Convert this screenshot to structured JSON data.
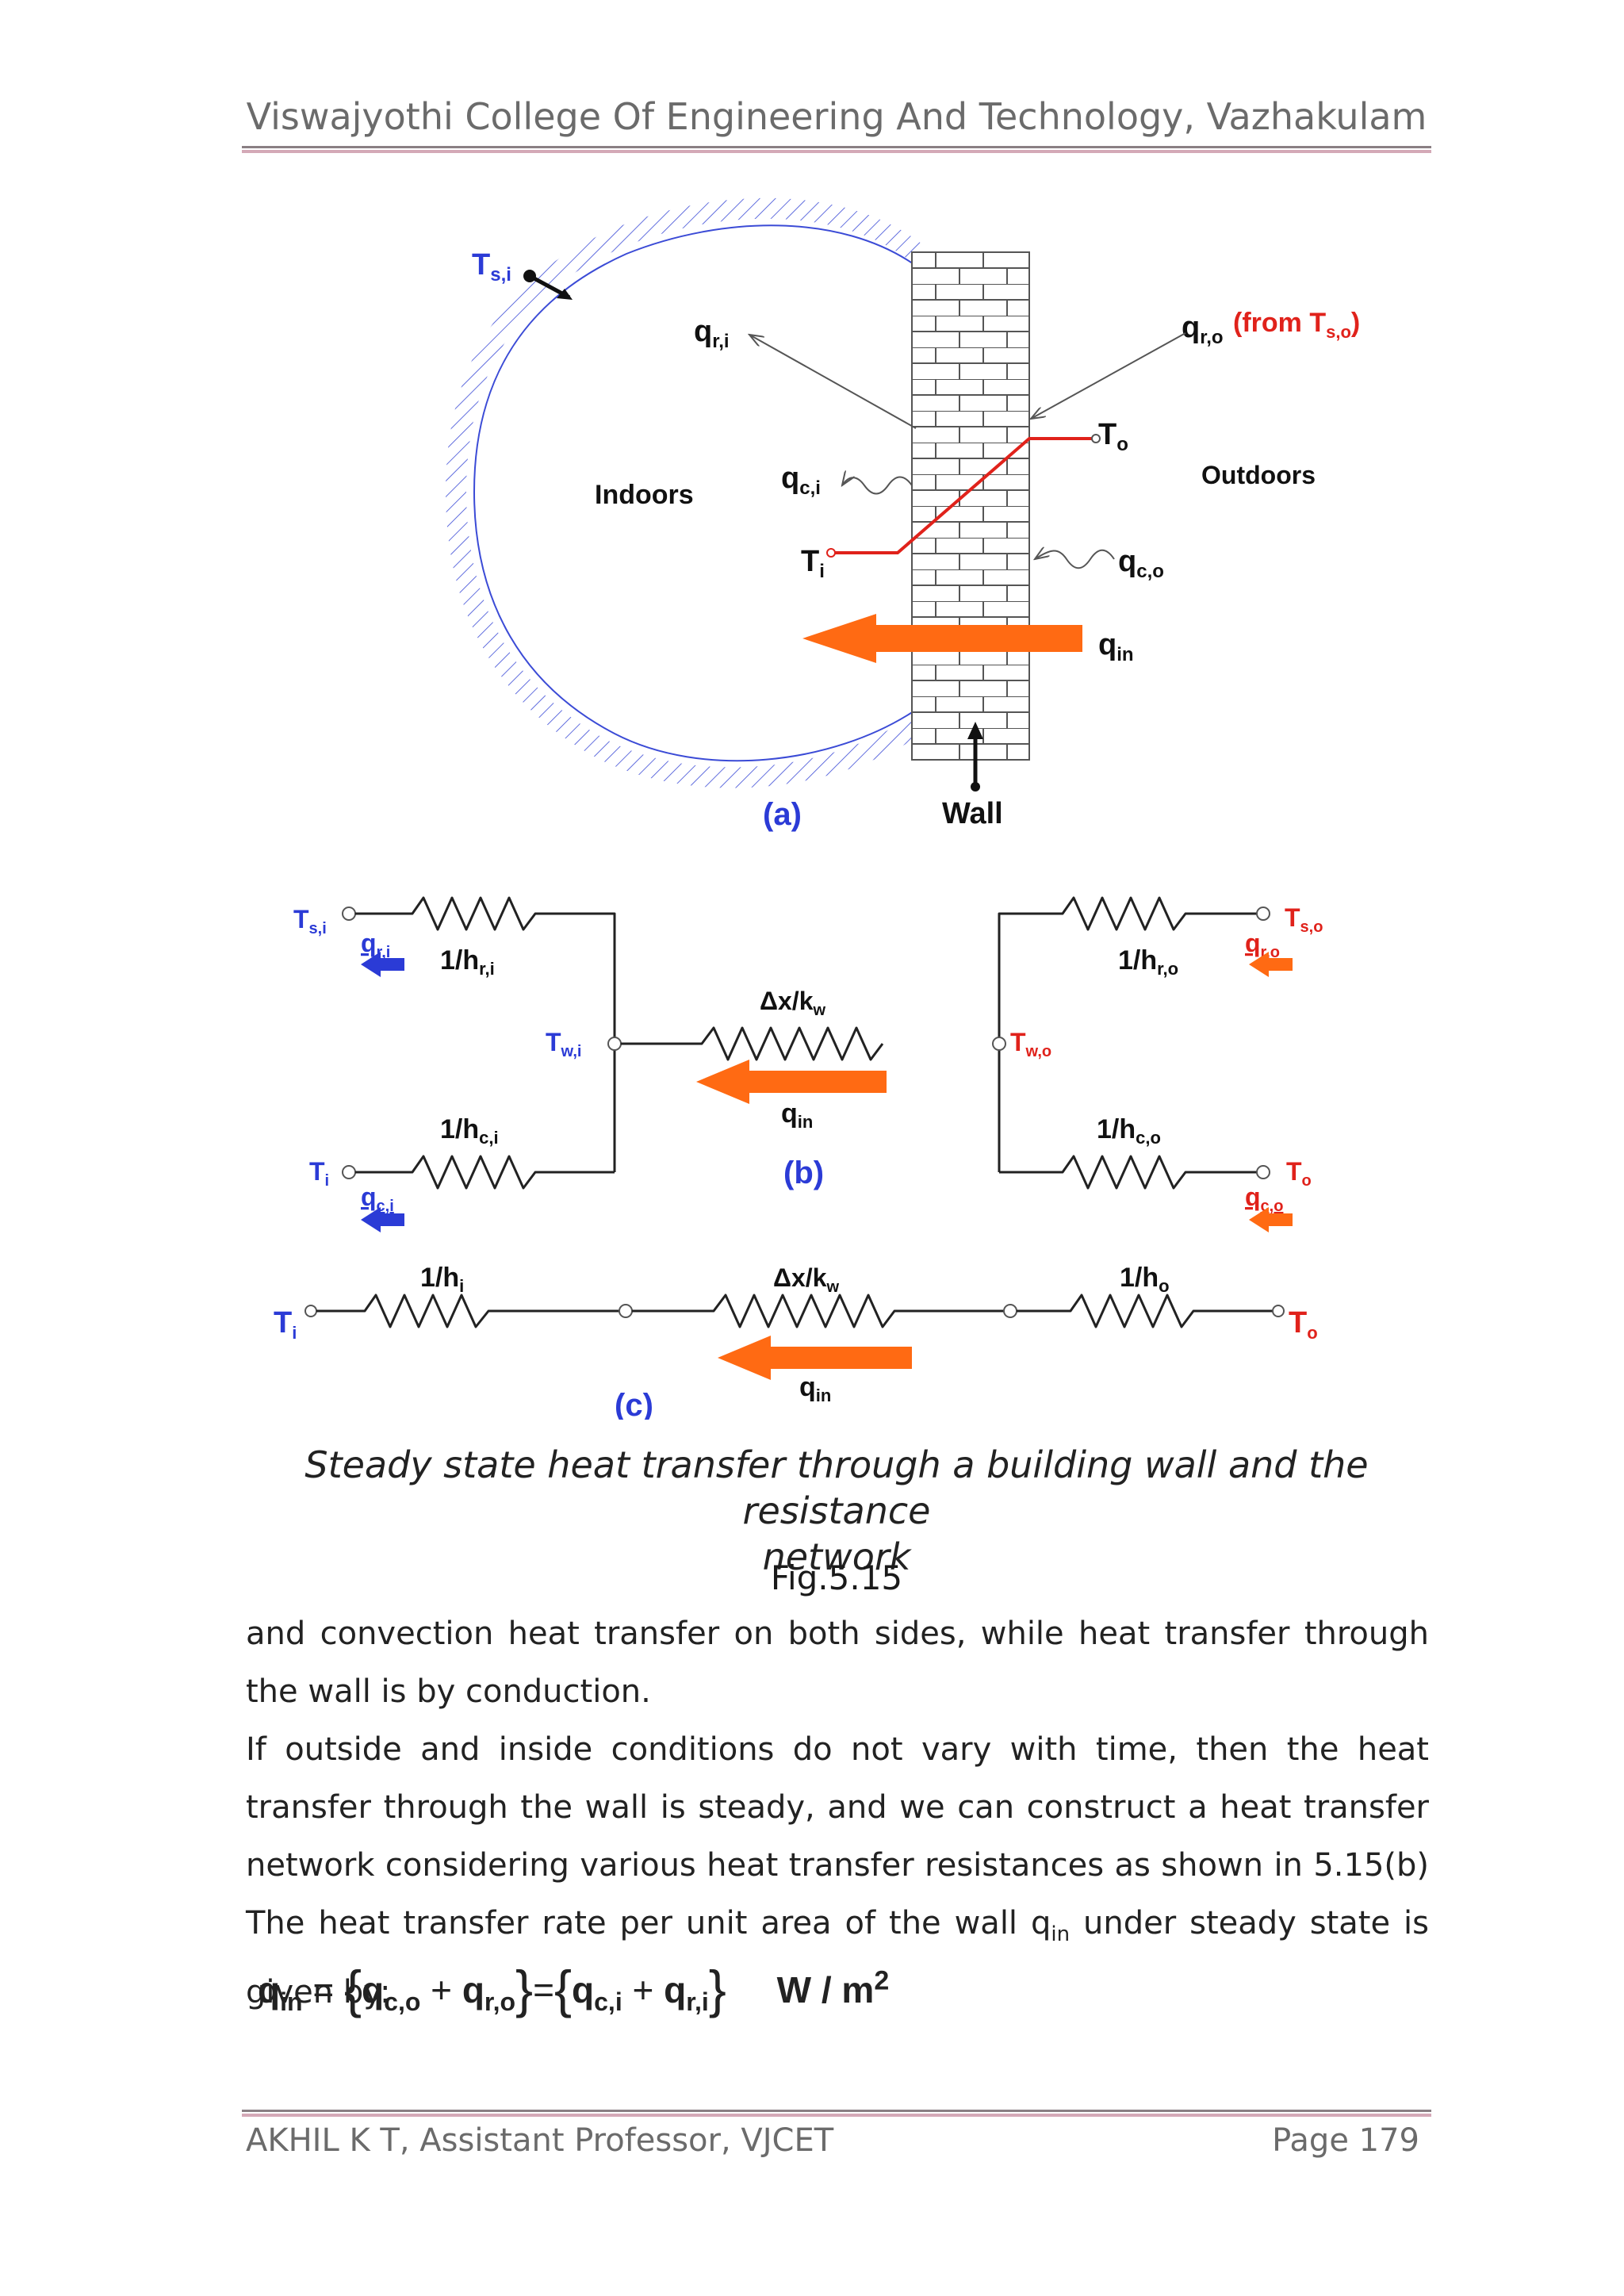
{
  "header": {
    "title": "Viswajyothi College Of Engineering And Technology, Vazhakulam"
  },
  "figure": {
    "a": {
      "panel_label": "(a)",
      "ts_i": "s,i",
      "q_ri": "r,i",
      "q_ro": "r,o",
      "from_label": "(from T",
      "from_sub": "s,o",
      "to": "o",
      "indoors": "Indoors",
      "outdoors": "Outdoors",
      "q_ci": "c,i",
      "ti": "i",
      "q_co": "c,o",
      "q_in": "in",
      "wall": "Wall"
    },
    "b": {
      "panel_label": "(b)",
      "ts_i": "s,i",
      "q_ri": "r,i",
      "r_hri": "1/h",
      "r_hri_sub": "r,i",
      "tw_i": "w,i",
      "dx_kw": "Δx/k",
      "kw_sub": "w",
      "q_in": "in",
      "r_hci": "1/h",
      "r_hci_sub": "c,i",
      "ti": "i",
      "q_ci": "c,i",
      "ts_o": "s,o",
      "q_ro": "r,o",
      "r_hro": "1/h",
      "r_hro_sub": "r,o",
      "tw_o": "w,o",
      "r_hco": "1/h",
      "r_hco_sub": "c,o",
      "to": "o",
      "q_co": "c,o"
    },
    "c": {
      "panel_label": "(c)",
      "r_hi": "1/h",
      "r_hi_sub": "i",
      "dx_kw": "Δx/k",
      "kw_sub": "w",
      "r_ho": "1/h",
      "r_ho_sub": "o",
      "ti": "i",
      "to": "o",
      "q_in": "in"
    },
    "colors": {
      "blue": "#2b3bd6",
      "red": "#e0221b",
      "orange": "#ff6a13",
      "black": "#111111"
    }
  },
  "caption": {
    "line1": "Steady state heat transfer through a building wall and the resistance",
    "line2": "network",
    "fig_label": "Fig.5.15"
  },
  "body": {
    "para1": "and convection heat transfer on both sides, while heat transfer through the wall is by conduction.",
    "para2_main": "If outside and inside conditions do not vary with time, then the heat transfer through the wall is steady, and we can construct a heat transfer network considering various heat transfer resistances as shown in 5.15(b) The heat transfer rate per unit area of the wall q",
    "para2_sub": "in",
    "para2_end": " under steady state is given by:"
  },
  "equation": {
    "lhs": "q",
    "lhs_sub": "in",
    "eq": " = ",
    "t1": "q",
    "t1_sub": "c,o",
    "plus": " + ",
    "t2": "q",
    "t2_sub": "r,o",
    "eq2": "=",
    "t3": "q",
    "t3_sub": "c,i",
    "t4": "q",
    "t4_sub": "r,i",
    "units": "W / m",
    "units_sup": "2"
  },
  "footer": {
    "left": "AKHIL K T, Assistant Professor, VJCET",
    "right": "Page 179"
  }
}
